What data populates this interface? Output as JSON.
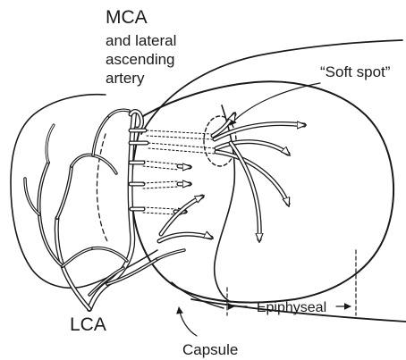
{
  "labels": {
    "mca": "MCA",
    "mca_sub_1": "and lateral",
    "mca_sub_2": "ascending",
    "mca_sub_3": "artery",
    "soft_spot": "“Soft spot”",
    "lca": "LCA",
    "epiphyseal": "Epiphyseal",
    "capsule": "Capsule"
  },
  "colors": {
    "ink": "#1a1a1a",
    "background": "#ffffff"
  }
}
